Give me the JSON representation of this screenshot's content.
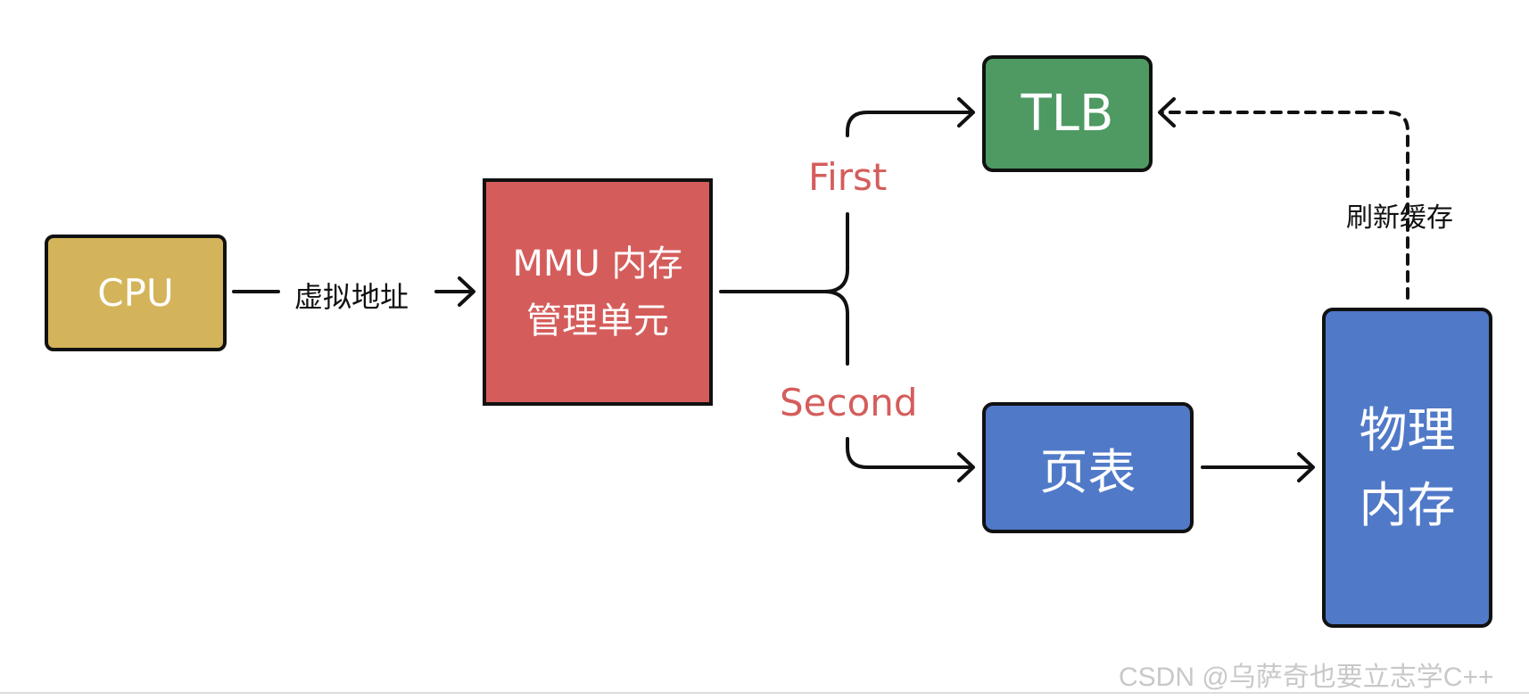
{
  "colors": {
    "cpu": "#d4b45a",
    "mmu": "#d45d5b",
    "tlb": "#4e9a62",
    "page_table": "#5079c8",
    "phys_mem": "#5079c8",
    "branch_label": "#d45d5b"
  },
  "nodes": {
    "cpu": {
      "label": "CPU"
    },
    "mmu": {
      "line1": "MMU 内存",
      "line2": "管理单元"
    },
    "tlb": {
      "label": "TLB"
    },
    "page_table": {
      "label": "页表"
    },
    "phys_mem": {
      "line1": "物理",
      "line2": "内存"
    }
  },
  "edges": {
    "virtual_address": "虚拟地址",
    "first": "First",
    "second": "Second",
    "refresh_cache": "刷新缓存"
  },
  "watermark": "CSDN @乌萨奇也要立志学C++"
}
